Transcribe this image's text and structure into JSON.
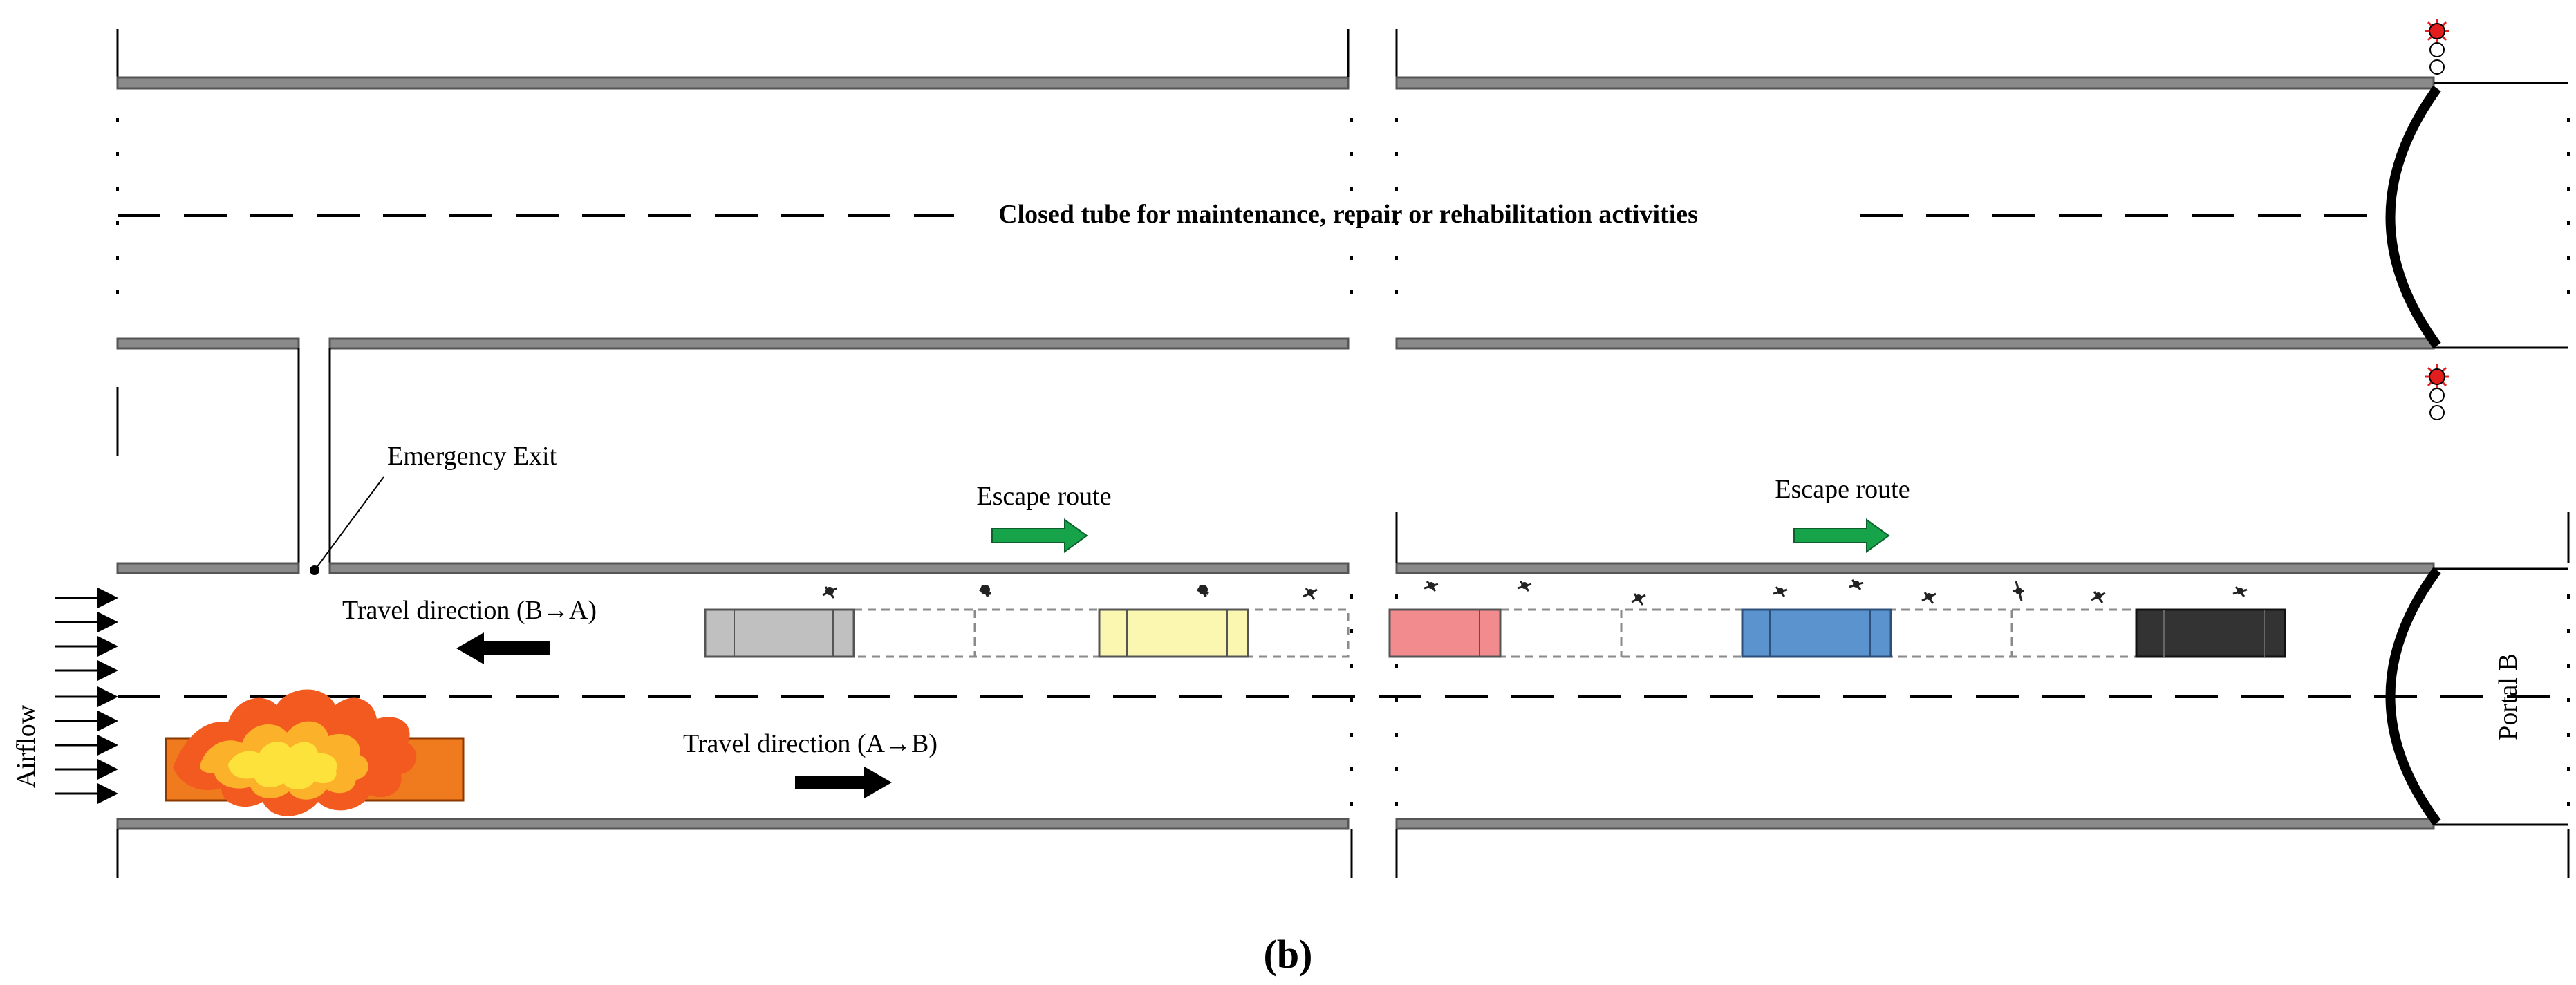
{
  "labels": {
    "closed_tube": "Closed tube for maintenance, repair or rehabilitation activities",
    "emergency_exit": "Emergency Exit",
    "escape_route_1": "Escape route",
    "escape_route_2": "Escape route",
    "travel_b_a": "Travel direction (B→A)",
    "travel_a_b": "Travel direction (A→B)",
    "airflow": "Airflow",
    "portal_b": "Portal B",
    "panel_label": "(b)"
  },
  "colors": {
    "escape_arrow": "#16a34a",
    "travel_arrow": "#000000",
    "signal_red": "#e11d1d",
    "vehicle_grey": "#c0c0c0",
    "vehicle_yellow": "#fbf6b0",
    "vehicle_pink": "#f28b8e",
    "vehicle_blue": "#5b93cf",
    "vehicle_black": "#333333",
    "truck_orange": "#f07b1e",
    "fire_yellow": "#fce23a"
  },
  "vehicles": [
    {
      "name": "grey",
      "color": "#c0c0c0"
    },
    {
      "name": "yellow",
      "color": "#fbf6b0"
    },
    {
      "name": "pink",
      "color": "#f28b8e"
    },
    {
      "name": "blue",
      "color": "#5b93cf"
    },
    {
      "name": "black",
      "color": "#333333"
    }
  ],
  "icons": [
    "signal-light-icon",
    "fire-icon",
    "escape-arrow-icon",
    "travel-arrow-icon",
    "airflow-arrow-icon",
    "person-icon"
  ]
}
